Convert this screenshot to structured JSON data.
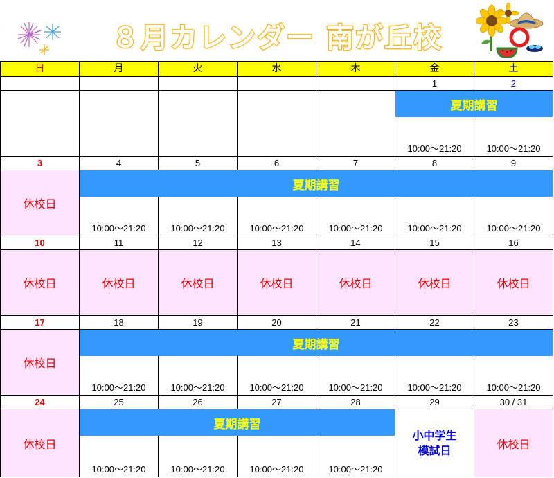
{
  "title": "８月カレンダー 南が丘校",
  "colors": {
    "header_bg": "#ffff00",
    "band_bg": "#3399ff",
    "band_text": "#ffff00",
    "holiday_bg": "#ffe4ff",
    "holiday_text": "#e00000",
    "sunday": "#e00000",
    "saturday": "#0000dd",
    "mock_text": "#0000dd",
    "title_outline": "#f0a400"
  },
  "icons": [
    "fireworks-illustration",
    "sunflower-watermelon-hat-illustration"
  ],
  "weekdays": [
    "日",
    "月",
    "火",
    "水",
    "木",
    "金",
    "土"
  ],
  "weeks": [
    {
      "dates": [
        "",
        "",
        "",
        "",
        "",
        "1",
        "2"
      ],
      "band": {
        "label": "夏期講習",
        "from": 5,
        "to": 6
      },
      "cells": [
        {
          "type": "empty"
        },
        {
          "type": "empty"
        },
        {
          "type": "empty"
        },
        {
          "type": "empty"
        },
        {
          "type": "empty"
        },
        {
          "type": "time",
          "text": "10:00～21:20"
        },
        {
          "type": "time",
          "text": "10:00～21:20"
        }
      ]
    },
    {
      "dates": [
        "3",
        "4",
        "5",
        "6",
        "7",
        "8",
        "9"
      ],
      "band": {
        "label": "夏期講習",
        "from": 1,
        "to": 6
      },
      "cells": [
        {
          "type": "holiday",
          "text": "休校日"
        },
        {
          "type": "time",
          "text": "10:00～21:20"
        },
        {
          "type": "time",
          "text": "10:00～21:20"
        },
        {
          "type": "time",
          "text": "10:00～21:20"
        },
        {
          "type": "time",
          "text": "10:00～21:20"
        },
        {
          "type": "time",
          "text": "10:00～21:20"
        },
        {
          "type": "time",
          "text": "10:00～21:20"
        }
      ]
    },
    {
      "dates": [
        "10",
        "11",
        "12",
        "13",
        "14",
        "15",
        "16"
      ],
      "band": null,
      "cells": [
        {
          "type": "holiday",
          "text": "休校日"
        },
        {
          "type": "holiday",
          "text": "休校日"
        },
        {
          "type": "holiday",
          "text": "休校日"
        },
        {
          "type": "holiday",
          "text": "休校日"
        },
        {
          "type": "holiday",
          "text": "休校日"
        },
        {
          "type": "holiday",
          "text": "休校日"
        },
        {
          "type": "holiday",
          "text": "休校日"
        }
      ]
    },
    {
      "dates": [
        "17",
        "18",
        "19",
        "20",
        "21",
        "22",
        "23"
      ],
      "band": {
        "label": "夏期講習",
        "from": 1,
        "to": 6
      },
      "cells": [
        {
          "type": "holiday",
          "text": "休校日"
        },
        {
          "type": "time",
          "text": "10:00～21:20"
        },
        {
          "type": "time",
          "text": "10:00～21:20"
        },
        {
          "type": "time",
          "text": "10:00～21:20"
        },
        {
          "type": "time",
          "text": "10:00～21:20"
        },
        {
          "type": "time",
          "text": "10:00～21:20"
        },
        {
          "type": "time",
          "text": "10:00～21:20"
        }
      ]
    },
    {
      "dates": [
        "24",
        "25",
        "26",
        "27",
        "28",
        "29",
        "30 / 31"
      ],
      "band": {
        "label": "夏期講習",
        "from": 1,
        "to": 4
      },
      "cells": [
        {
          "type": "holiday",
          "text": "休校日"
        },
        {
          "type": "time",
          "text": "10:00～21:20"
        },
        {
          "type": "time",
          "text": "10:00～21:20"
        },
        {
          "type": "time",
          "text": "10:00～21:20"
        },
        {
          "type": "time",
          "text": "10:00～21:20"
        },
        {
          "type": "mock",
          "text": "小中学生\n模試日"
        },
        {
          "type": "holiday",
          "text": "休校日"
        }
      ]
    }
  ]
}
